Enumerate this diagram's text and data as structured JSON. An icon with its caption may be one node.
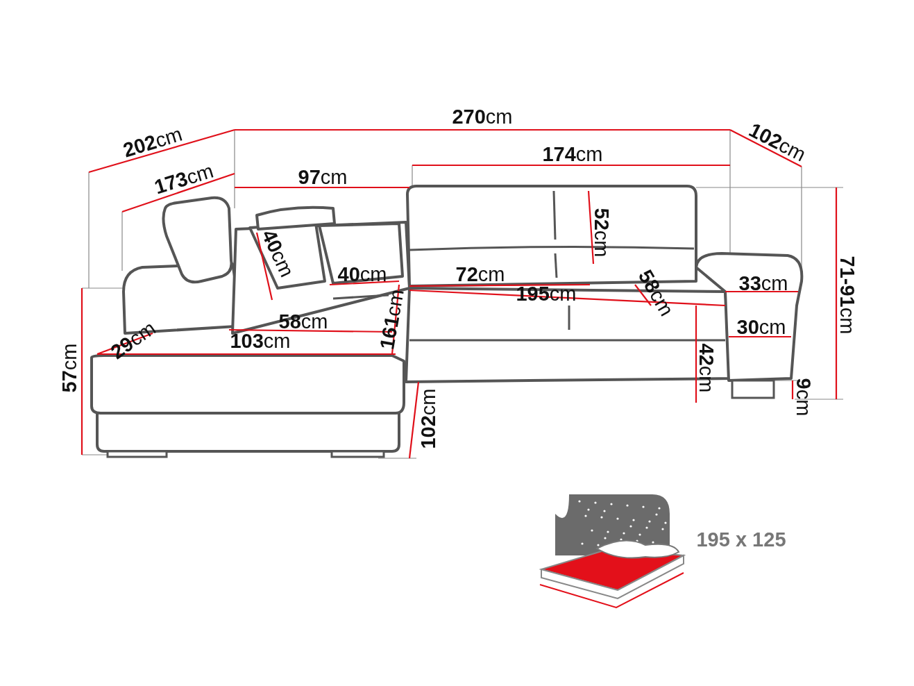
{
  "diagram": {
    "labels": [
      "**270**cm",
      "**202**cm",
      "**102**cm",
      "**174**cm",
      "**173**cm",
      "**97**cm",
      "**71-91**cm",
      "**52**cm",
      "**40**cm",
      "**40**cm",
      "**72**cm",
      "**58**cm",
      "**33**cm",
      "**195**cm",
      "**58**cm",
      "**161**cm",
      "**29**cm",
      "**103**cm",
      "**30**cm",
      "**42**cm",
      "**57**cm",
      "**9**cm",
      "**102**cm",
      "195 x 125"
    ]
  }
}
